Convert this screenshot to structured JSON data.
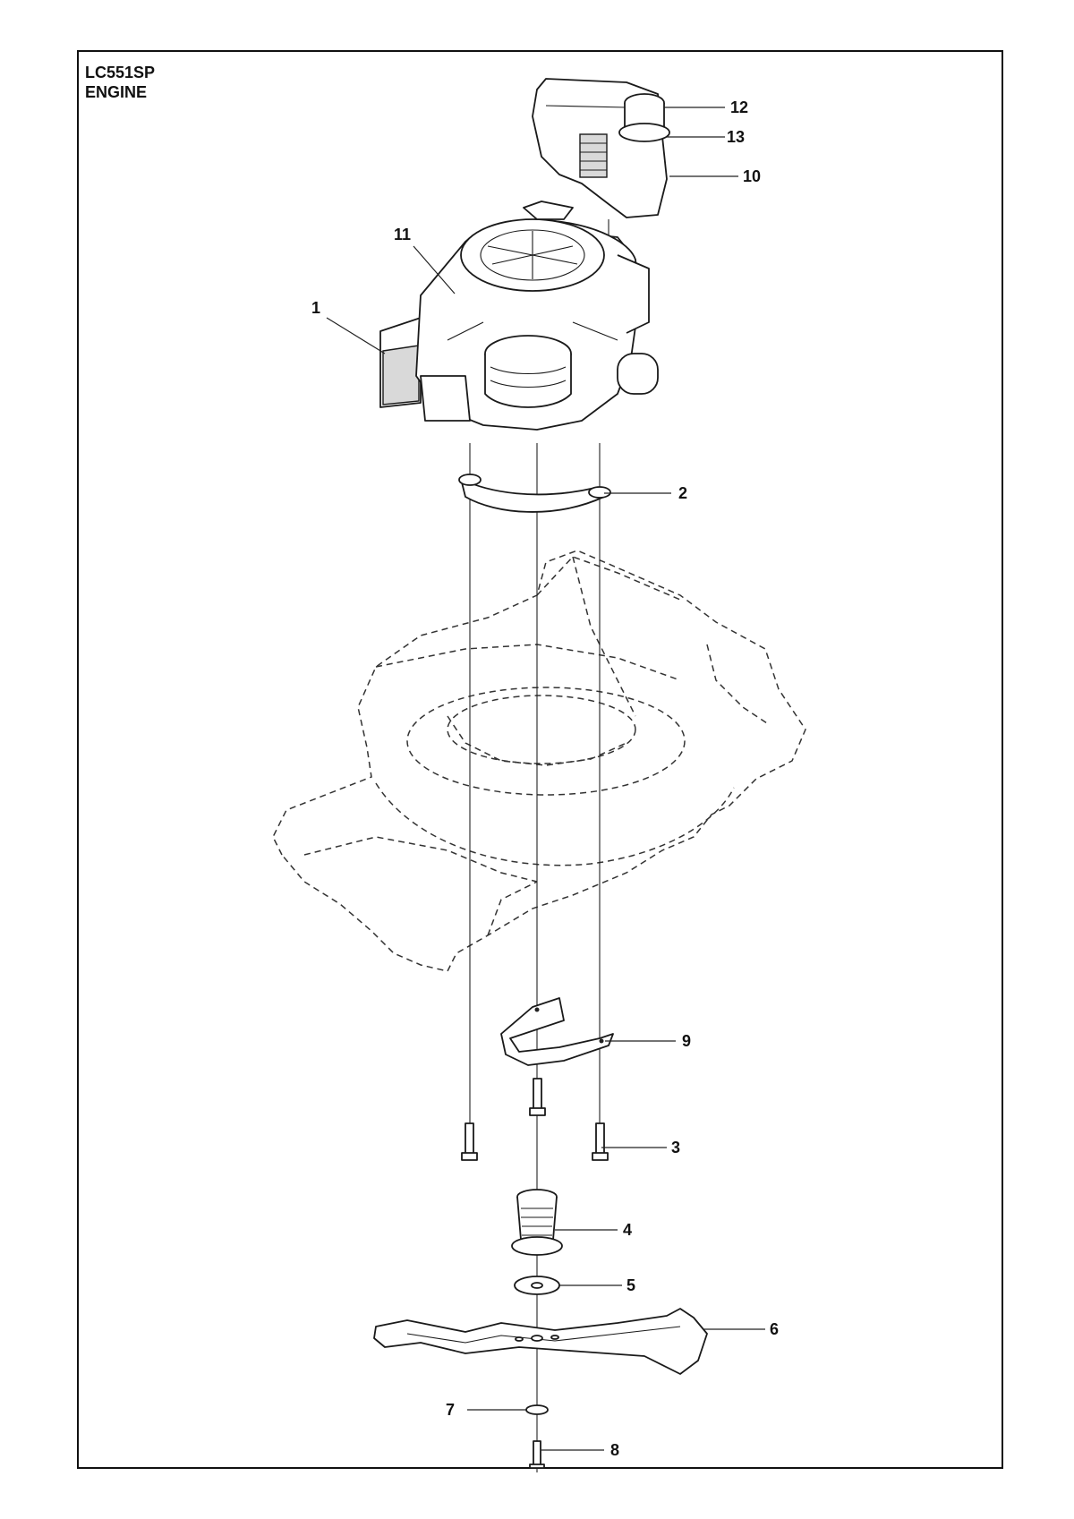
{
  "header": {
    "model": "LC551SP",
    "section": "ENGINE"
  },
  "callouts": [
    {
      "id": "12",
      "label": "12"
    },
    {
      "id": "13",
      "label": "13"
    },
    {
      "id": "10",
      "label": "10"
    },
    {
      "id": "11",
      "label": "11"
    },
    {
      "id": "1",
      "label": "1"
    },
    {
      "id": "2",
      "label": "2"
    },
    {
      "id": "9",
      "label": "9"
    },
    {
      "id": "3",
      "label": "3"
    },
    {
      "id": "4",
      "label": "4"
    },
    {
      "id": "5",
      "label": "5"
    },
    {
      "id": "6",
      "label": "6"
    },
    {
      "id": "7",
      "label": "7"
    },
    {
      "id": "8",
      "label": "8"
    }
  ]
}
